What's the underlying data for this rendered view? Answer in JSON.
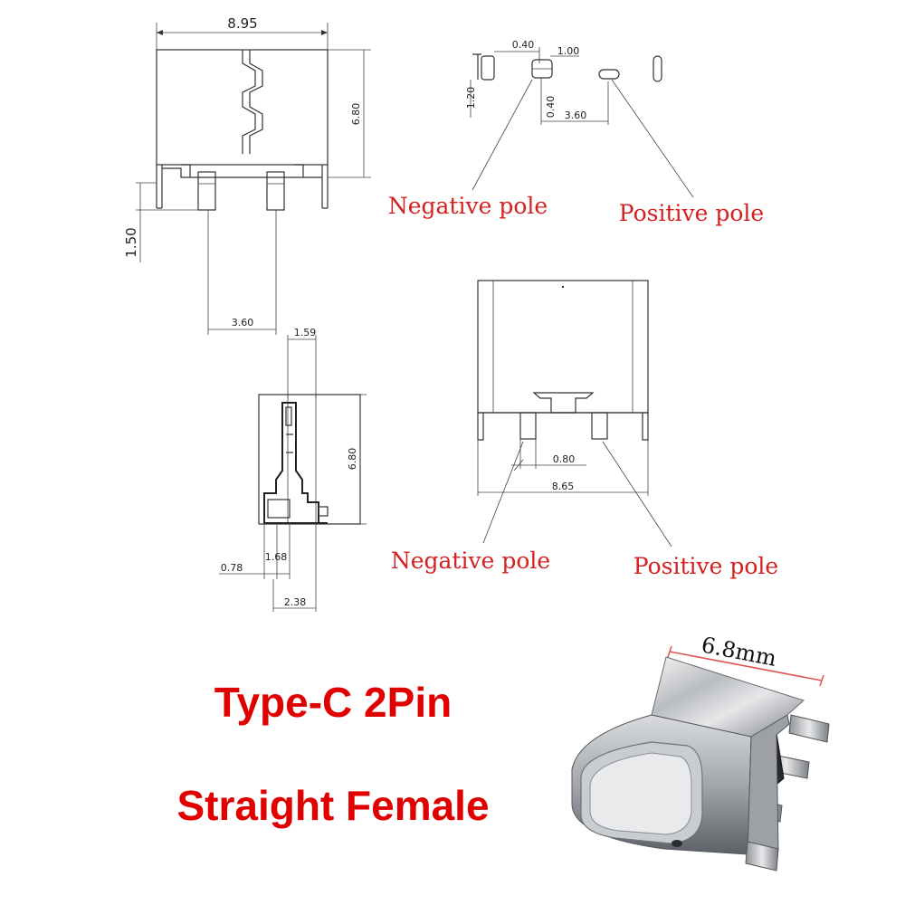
{
  "dimensions": {
    "top_width": "8.95",
    "top_height": "6.80",
    "top_pin_length": "1.50",
    "top_pin_spacing": "3.60",
    "pad_width": "0.40",
    "pad_length": "1.00",
    "pad_height": "1.20",
    "pad_gap": "0.40",
    "pad_spacing": "3.60",
    "side_thickness": "1.59",
    "side_height": "6.80",
    "side_offset_a": "0.78",
    "side_offset_b": "1.68",
    "side_depth": "2.38",
    "bottom_pin_gap": "0.80",
    "bottom_width": "8.65"
  },
  "labels": {
    "negative_top": "Negative pole",
    "positive_top": "Positive pole",
    "negative_bottom": "Negative pole",
    "positive_bottom": "Positive pole"
  },
  "title": {
    "line1": "Type-C 2Pin",
    "line2": "Straight Female"
  },
  "photo": {
    "size_label": "6.8mm"
  }
}
